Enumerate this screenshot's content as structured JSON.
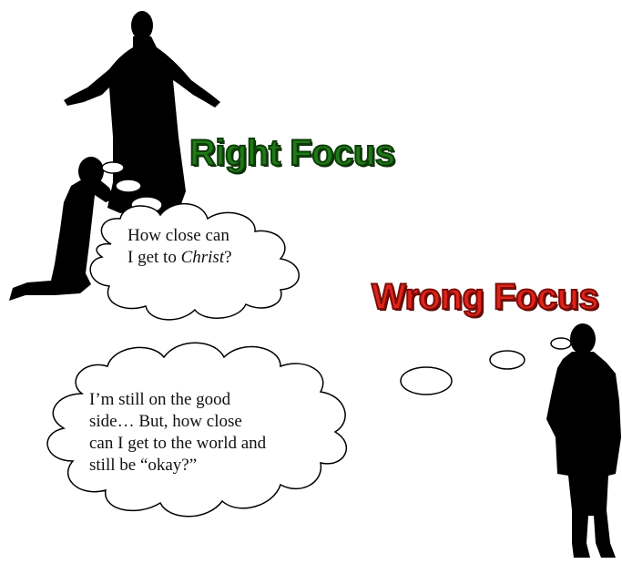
{
  "headings": {
    "right": "Right Focus",
    "wrong": "Wrong Focus"
  },
  "colors": {
    "right": "#1f7a17",
    "wrong": "#e2231a",
    "silhouette": "#000000"
  },
  "thought_right": {
    "line1": "How close can",
    "line2_pre": "I get to ",
    "line2_italic": "Christ",
    "line2_post": "?"
  },
  "thought_wrong": {
    "line1": "I’m still on the good",
    "line2": "side…  But, how close",
    "line3": "can I get to the world and",
    "line4": "still be “okay?”"
  }
}
